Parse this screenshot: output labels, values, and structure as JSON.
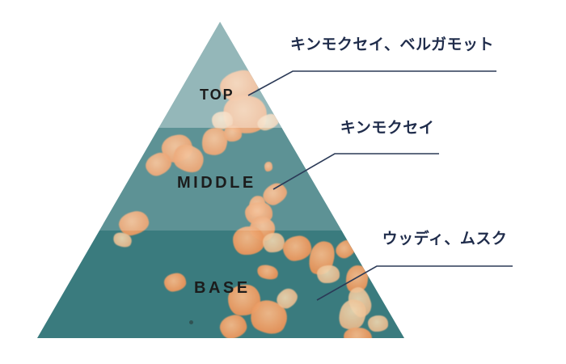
{
  "diagram": {
    "type": "fragrance-note-pyramid",
    "tiers": [
      {
        "key": "top",
        "label": "TOP",
        "note": "キンモクセイ、ベルガモット"
      },
      {
        "key": "middle",
        "label": "MIDDLE",
        "note": "キンモクセイ"
      },
      {
        "key": "base",
        "label": "BASE",
        "note": "ウッディ、ムスク"
      }
    ],
    "colors": {
      "background": "#ffffff",
      "base_teal": "#3a7b7e",
      "middle_teal": "#5b979a",
      "top_teal": "#a2c0c2",
      "flower_orange": "#e8945a",
      "flower_light": "#f2b98a",
      "flower_pale": "#ecb98b",
      "flower_pale_light": "#f0d8b2",
      "speck": "#2e4a4a",
      "label_black": "#1c1c1c",
      "note_navy": "#1f2c4b",
      "line_navy": "#2b3a57"
    }
  }
}
